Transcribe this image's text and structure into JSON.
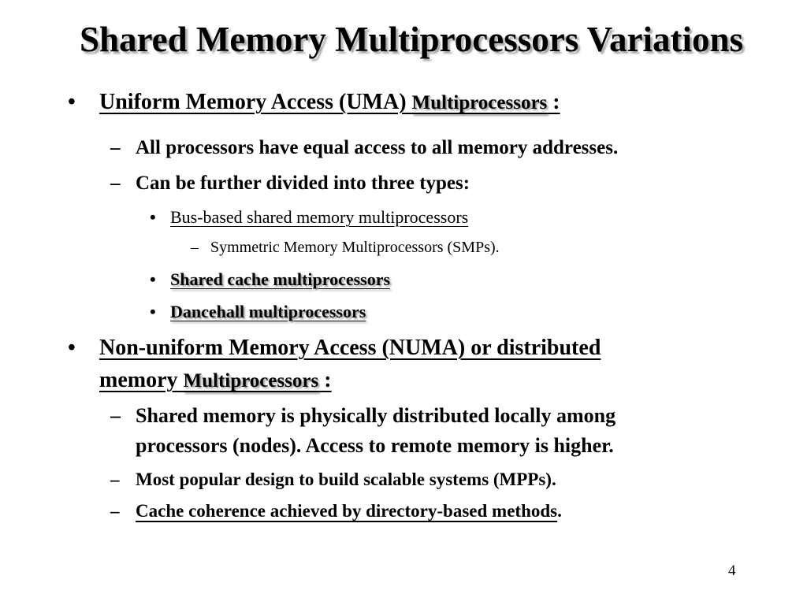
{
  "slide": {
    "title": "Shared Memory Multiprocessors Variations",
    "page_number": "4",
    "bullet_glyph": "•",
    "dash_glyph": "–",
    "uma": {
      "heading": "Uniform Memory Access (UMA) ",
      "heading_link": "Multiprocessors",
      "heading_suffix": " :",
      "points": [
        "All processors have equal access to all memory addresses.",
        "Can be further divided into three types:"
      ],
      "types": {
        "bus_based": "Bus-based shared memory multiprocessors",
        "bus_based_sub": "Symmetric Memory Multiprocessors (SMPs).",
        "shared_cache": "Shared cache multiprocessors",
        "dancehall": "Dancehall multiprocessors"
      }
    },
    "numa": {
      "heading_line1": "Non-uniform Memory Access (NUMA) or distributed",
      "heading_line2": "memory ",
      "heading_link": "Multiprocessors",
      "heading_suffix": " :",
      "point1_line1": "Shared memory is physically distributed locally among",
      "point1_line2": "processors (nodes).  Access to remote memory is higher.",
      "point2": "Most popular design to build scalable systems (MPPs).",
      "point3": "Cache coherence achieved by directory-based methods",
      "point3_suffix": "."
    }
  }
}
